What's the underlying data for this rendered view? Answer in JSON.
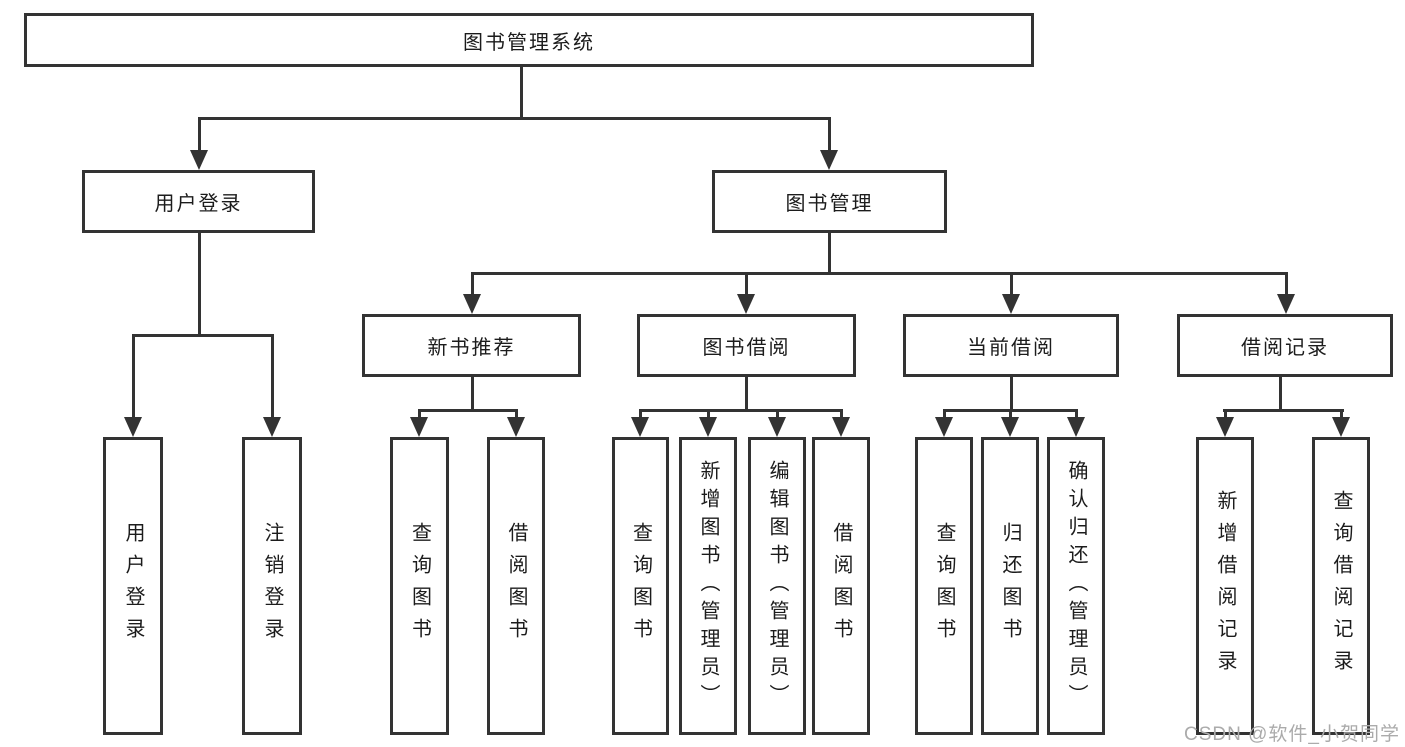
{
  "diagram": {
    "type": "hierarchy-tree",
    "colors": {
      "line": "#333333",
      "box_border": "#333333",
      "box_background": "#ffffff",
      "text": "#1c1c1c",
      "watermark": "#ababab"
    },
    "watermark": "CSDN @软件_小贺同学",
    "nodes": {
      "root": {
        "label": "图书管理系统"
      },
      "user_login": {
        "label": "用户登录"
      },
      "book_mgmt": {
        "label": "图书管理"
      },
      "new_book_rec": {
        "label": "新书推荐"
      },
      "book_borrow": {
        "label": "图书借阅"
      },
      "current_borrow": {
        "label": "当前借阅"
      },
      "borrow_records": {
        "label": "借阅记录"
      },
      "leaf_user_login": {
        "label": "用户登录"
      },
      "leaf_logout": {
        "label": "注销登录"
      },
      "rec_search_book": {
        "label": "查询图书"
      },
      "rec_borrow_book": {
        "label": "借阅图书"
      },
      "bb_search_book": {
        "label": "查询图书"
      },
      "bb_add_book": {
        "label": "新增图书（管理员）"
      },
      "bb_edit_book": {
        "label": "编辑图书（管理员）"
      },
      "bb_borrow_book": {
        "label": "借阅图书"
      },
      "cb_search_book": {
        "label": "查询图书"
      },
      "cb_return_book": {
        "label": "归还图书"
      },
      "cb_confirm_return": {
        "label": "确认归还（管理员）"
      },
      "br_add_record": {
        "label": "新增借阅记录"
      },
      "br_search_record": {
        "label": "查询借阅记录"
      }
    },
    "edges": [
      [
        "root",
        "user_login"
      ],
      [
        "root",
        "book_mgmt"
      ],
      [
        "user_login",
        "leaf_user_login"
      ],
      [
        "user_login",
        "leaf_logout"
      ],
      [
        "book_mgmt",
        "new_book_rec"
      ],
      [
        "book_mgmt",
        "book_borrow"
      ],
      [
        "book_mgmt",
        "current_borrow"
      ],
      [
        "book_mgmt",
        "borrow_records"
      ],
      [
        "new_book_rec",
        "rec_search_book"
      ],
      [
        "new_book_rec",
        "rec_borrow_book"
      ],
      [
        "book_borrow",
        "bb_search_book"
      ],
      [
        "book_borrow",
        "bb_add_book"
      ],
      [
        "book_borrow",
        "bb_edit_book"
      ],
      [
        "book_borrow",
        "bb_borrow_book"
      ],
      [
        "current_borrow",
        "cb_search_book"
      ],
      [
        "current_borrow",
        "cb_return_book"
      ],
      [
        "current_borrow",
        "cb_confirm_return"
      ],
      [
        "borrow_records",
        "br_add_record"
      ],
      [
        "borrow_records",
        "br_search_record"
      ]
    ]
  }
}
